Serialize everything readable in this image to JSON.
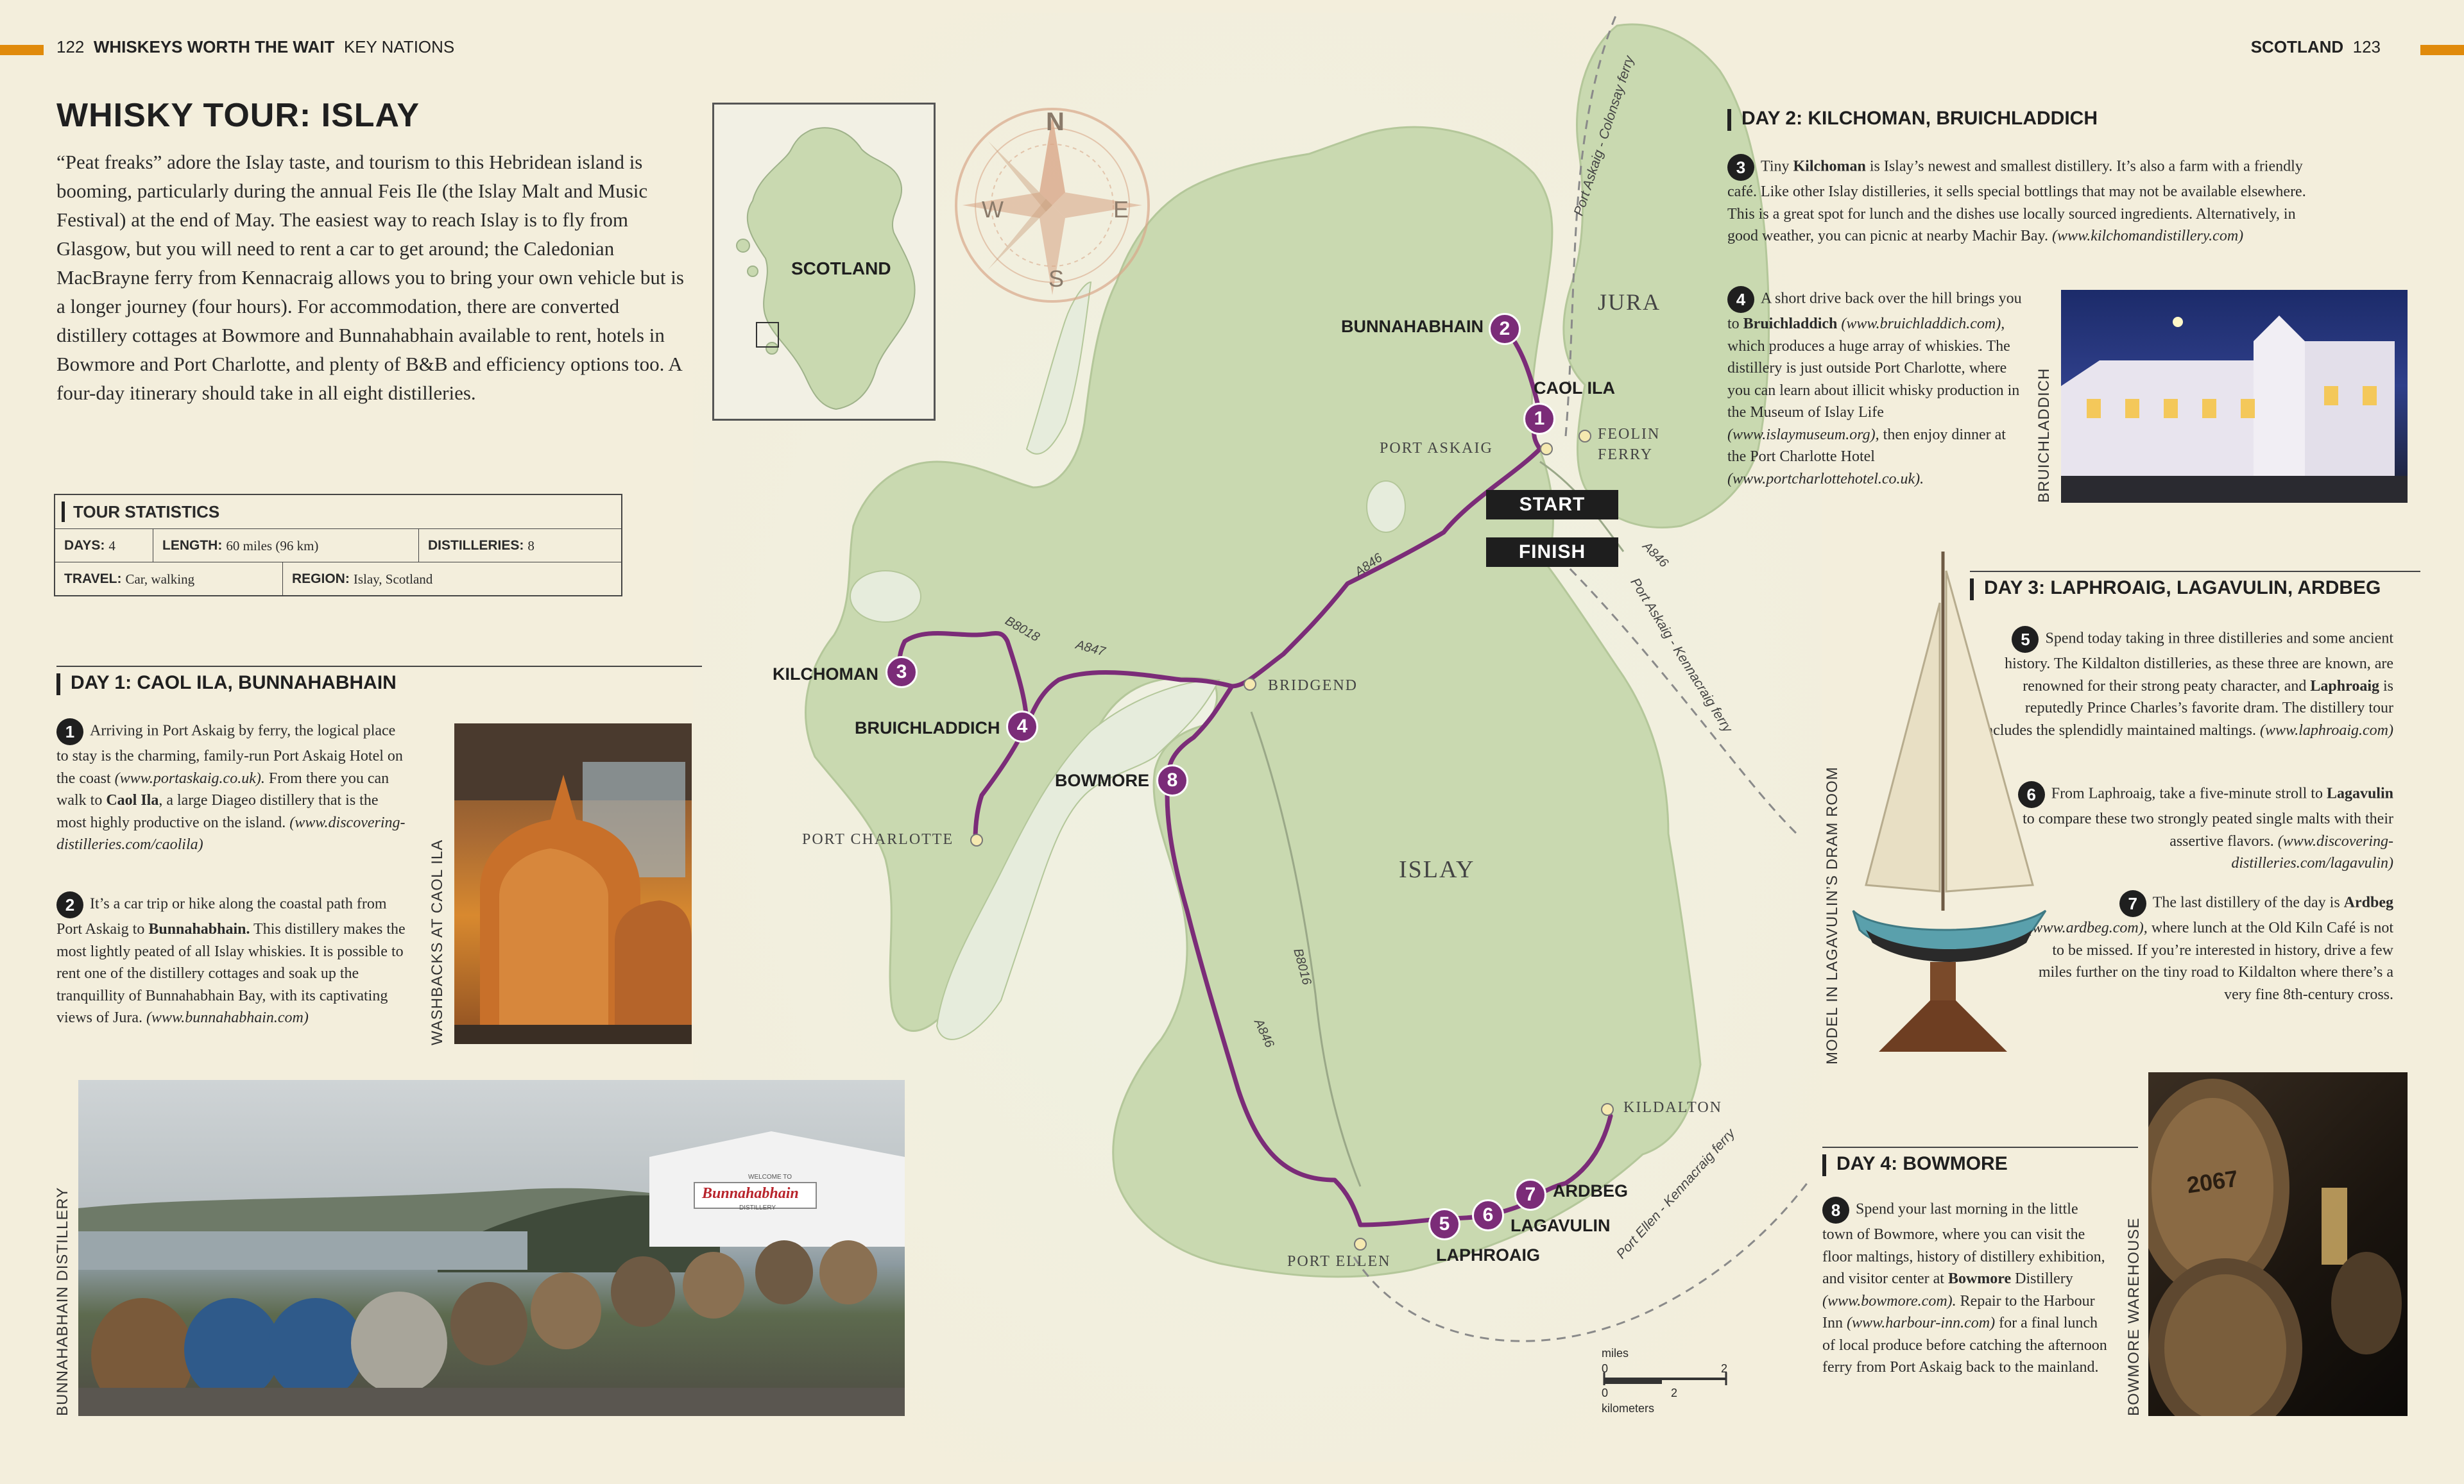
{
  "header": {
    "left_page": "122",
    "left_section": "WHISKEYS WORTH THE WAIT",
    "left_sub": "KEY NATIONS",
    "right_section": "SCOTLAND",
    "right_page": "123"
  },
  "title": "WHISKY TOUR: ISLAY",
  "intro": "“Peat freaks” adore the Islay taste, and tourism to this Hebridean island is booming, particularly during the annual Feis Ile (the Islay Malt and Music Festival) at the end of May. The easiest way to reach Islay is to fly from Glasgow, but you will need to rent a car to get around; the Caledonian MacBrayne ferry from Kennacraig allows you to bring your own vehicle but is a longer journey (four hours). For accommodation, there are converted distillery cottages at Bowmore and Bunnahabhain available to rent, hotels in Bowmore and Port Charlotte, and plenty of B&B and efficiency options too. A four-day itinerary should take in all eight distilleries.",
  "stats": {
    "title": "TOUR STATISTICS",
    "days_label": "DAYS:",
    "days": "4",
    "length_label": "LENGTH:",
    "length": "60 miles (96 km)",
    "distilleries_label": "DISTILLERIES:",
    "distilleries": "8",
    "travel_label": "TRAVEL:",
    "travel": "Car, walking",
    "region_label": "REGION:",
    "region": "Islay, Scotland"
  },
  "day1": {
    "title": "DAY 1: CAOL ILA, BUNNAHABHAIN",
    "n1": "1",
    "p1a": "Arriving in Port Askaig by ferry, the logical place to stay is the charming, family-run Port Askaig Hotel on the coast",
    "p1b": "(www.portaskaig.co.uk).",
    "p1c": "From there you can walk to",
    "p1d": "Caol Ila",
    "p1e": ", a large Diageo distillery that is the most highly productive on the island.",
    "p1f": "(www.discovering-distilleries.com/caolila)",
    "n2": "2",
    "p2a": "It’s a car trip or hike along the coastal path from Port Askaig to",
    "p2b": "Bunnahabhain.",
    "p2c": "This distillery makes the most lightly peated of all Islay whiskies. It is possible to rent one of the distillery cottages and soak up the tranquillity of Bunnahabhain Bay, with its captivating views of Jura.",
    "p2d": "(www.bunnahabhain.com)"
  },
  "day2": {
    "title": "DAY 2: KILCHOMAN, BRUICHLADDICH",
    "n3": "3",
    "p3a": "Tiny",
    "p3b": "Kilchoman",
    "p3c": "is Islay’s newest and smallest distillery. It’s also a farm with a friendly café. Like other Islay distilleries, it sells special bottlings that may not be available elsewhere. This is a great spot for lunch and the dishes use locally sourced ingredients. Alternatively, in good weather, you can picnic at nearby Machir Bay.",
    "p3d": "(www.kilchomandistillery.com)",
    "n4": "4",
    "p4a": "A short drive back over the hill brings you to",
    "p4b": "Bruichladdich",
    "p4c": "(www.bruichladdich.com),",
    "p4d": "which produces a huge array of whiskies. The distillery is just outside Port Charlotte, where you can learn about illicit whisky production in the Museum of Islay Life",
    "p4e": "(www.islaymuseum.org),",
    "p4f": "then enjoy dinner at the Port Charlotte Hotel",
    "p4g": "(www.portcharlottehotel.co.uk)."
  },
  "day3": {
    "title": "DAY 3: LAPHROAIG, LAGAVULIN, ARDBEG",
    "n5": "5",
    "p5a": "Spend today taking in three distilleries and some ancient history. The Kildalton distilleries, as these three are known, are renowned for their strong peaty character, and",
    "p5b": "Laphroaig",
    "p5c": "is reputedly Prince Charles’s favorite dram. The distillery tour includes the splendidly maintained maltings.",
    "p5d": "(www.laphroaig.com)",
    "n6": "6",
    "p6a": "From Laphroaig, take a five-minute stroll to",
    "p6b": "Lagavulin",
    "p6c": "to compare these two strongly peated single malts with their assertive flavors.",
    "p6d": "(www.discovering-distilleries.com/lagavulin)",
    "n7": "7",
    "p7a": "The last distillery of the day is",
    "p7b": "Ardbeg",
    "p7c": "(www.ardbeg.com),",
    "p7d": "where lunch at the Old Kiln Café is not to be missed. If you’re interested in history, drive a few miles further on the tiny road to Kildalton where there’s a very fine 8th-century cross."
  },
  "day4": {
    "title": "DAY 4: BOWMORE",
    "n8": "8",
    "p8a": "Spend your last morning in the little town of Bowmore, where you can visit the floor maltings, history of distillery exhibition, and visitor center at",
    "p8b": "Bowmore",
    "p8c": "Distillery",
    "p8d": "(www.bowmore.com).",
    "p8e": "Repair to the Harbour Inn",
    "p8f": "(www.harbour-inn.com)",
    "p8g": "for a final lunch of local produce before catching the afternoon ferry from Port Askaig back to the mainland."
  },
  "captions": {
    "washbacks": "WASHBACKS AT CAOL ILA",
    "bunnahabhain": "BUNNAHABHAIN DISTILLERY",
    "bruichladdich": "BRUICHLADDICH",
    "model": "MODEL IN LAGAVULIN’S DRAM ROOM",
    "bowmore": "BOWMORE WAREHOUSE"
  },
  "photo_text": {
    "bunnahabhain_sign": "Bunnahabhain",
    "welcome": "WELCOME TO",
    "distillery": "DISTILLERY",
    "cask": "2067"
  },
  "inset": {
    "label": "SCOTLAND"
  },
  "compass": {
    "n": "N",
    "s": "S",
    "e": "E",
    "w": "W"
  },
  "map": {
    "islands": [
      "ISLAY",
      "JURA"
    ],
    "stops": [
      {
        "n": "1",
        "name": "CAOL ILA"
      },
      {
        "n": "2",
        "name": "BUNNAHABHAIN"
      },
      {
        "n": "3",
        "name": "KILCHOMAN"
      },
      {
        "n": "4",
        "name": "BRUICHLADDICH"
      },
      {
        "n": "5",
        "name": "LAPHROAIG"
      },
      {
        "n": "6",
        "name": "LAGAVULIN"
      },
      {
        "n": "7",
        "name": "ARDBEG"
      },
      {
        "n": "8",
        "name": "BOWMORE"
      }
    ],
    "towns": [
      "PORT ASKAIG",
      "FEOLIN",
      "FERRY",
      "BRIDGEND",
      "PORT CHARLOTTE",
      "PORT ELLEN",
      "KILDALTON"
    ],
    "roads": [
      "A846",
      "A847",
      "B8018",
      "B8016",
      "A846",
      "A846"
    ],
    "ferries": [
      "Port Askaig - Colonsay ferry",
      "Port Askaig - Kennacraig ferry",
      "Port Ellen - Kennacraig ferry"
    ],
    "start": "START",
    "finish": "FINISH",
    "scale": {
      "miles": "miles",
      "kilometers": "kilometers",
      "zero": "0",
      "m2": "2",
      "k2": "2"
    }
  },
  "colors": {
    "route": "#7b2c78",
    "accent": "#e08a0b",
    "land": "#c9d9b0",
    "sea": "#e6ecdc",
    "page": "#f3eedc"
  }
}
